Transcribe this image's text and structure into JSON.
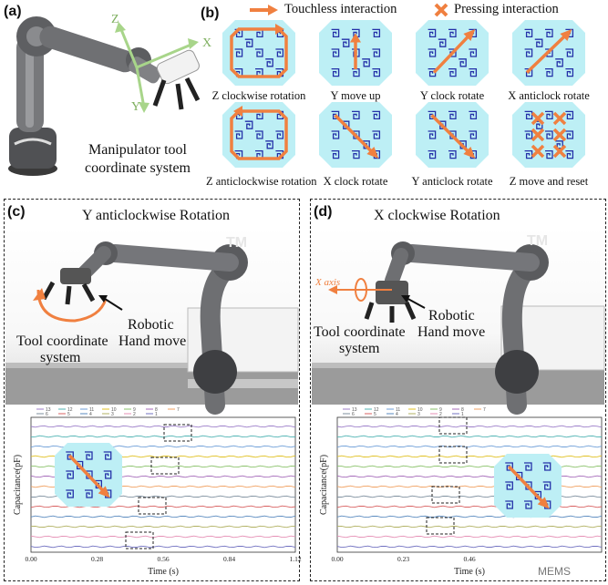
{
  "panel_a": {
    "label": "(a)",
    "caption_line1": "Manipulator tool",
    "caption_line2": "coordinate system",
    "axes": {
      "z": "Z",
      "x": "X",
      "y": "Y"
    }
  },
  "panel_b": {
    "label": "(b)",
    "legend": {
      "touchless": "Touchless interaction",
      "pressing": "Pressing interaction"
    },
    "gestures": [
      {
        "label": "Z clockwise rotation",
        "kind": "cw"
      },
      {
        "label": "Y move up",
        "kind": "up"
      },
      {
        "label": "Y clock rotate",
        "kind": "diag-up"
      },
      {
        "label": "X anticlock rotate",
        "kind": "diag-up-long"
      },
      {
        "label": "Z anticlockwise rotation",
        "kind": "ccw"
      },
      {
        "label": "X clock rotate",
        "kind": "diag-down"
      },
      {
        "label": "Y anticlock rotate",
        "kind": "diag-down"
      },
      {
        "label": "Z move and reset",
        "kind": "press"
      }
    ]
  },
  "panel_c": {
    "label": "(c)",
    "title": "Y anticlockwise Rotation",
    "robot_label_1": "Robotic",
    "robot_label_2": "Hand move",
    "tool_label_1": "Tool coordinate",
    "tool_label_2": "system",
    "logo": "TM",
    "chart_data": {
      "type": "line",
      "ylabel": "Capacitance(pF)",
      "xlabel": "Time (s)",
      "xticks": [
        "0.00",
        "0.28",
        "0.56",
        "0.84",
        "1.12"
      ],
      "xlim": [
        0,
        1.12
      ],
      "legend": [
        "13",
        "12",
        "11",
        "10",
        "9",
        "8",
        "7",
        "6",
        "5",
        "4",
        "3",
        "2",
        "1"
      ]
    }
  },
  "panel_d": {
    "label": "(d)",
    "title": "X clockwise Rotation",
    "robot_label_1": "Robotic",
    "robot_label_2": "Hand move",
    "tool_label_1": "Tool coordinate",
    "tool_label_2": "system",
    "axis_label": "X axis",
    "logo": "TM",
    "chart_data": {
      "type": "line",
      "ylabel": "Capacitance(pF)",
      "xlabel": "Time (s)",
      "xticks": [
        "0.00",
        "0.23",
        "0.46"
      ],
      "xlim": [
        0,
        0.92
      ],
      "legend": [
        "13",
        "12",
        "11",
        "10",
        "9",
        "8",
        "7",
        "6",
        "5",
        "4",
        "3",
        "2",
        "1"
      ]
    }
  },
  "watermark": "MEMS",
  "colors": {
    "accent": "#F08040",
    "octagon": "#BDEFF5",
    "spiral": "#2430A8",
    "robot": "#6E6F72"
  }
}
